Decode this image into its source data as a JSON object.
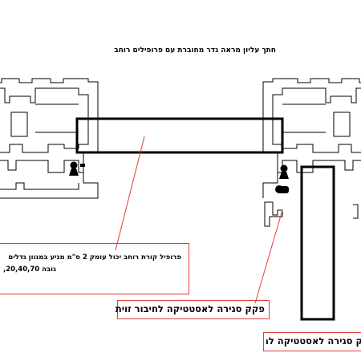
{
  "title": "חתך עליון  מראה גדר מחוברת עם פרופילים רוחב",
  "note": {
    "line1": "פרופיל קורת רוחב יכול עומק 2 ס\"מ מגיע במגוון גדלים",
    "line2": ",20,40,70 גובה"
  },
  "callouts": [
    {
      "text": "פקק סגירה לאסטטיקה לחיבור זוית"
    },
    {
      "text": "פקק סגירה לאסטטיקה לחיבור זוית"
    }
  ],
  "colors": {
    "line": "#000000",
    "callout": "#e23b3b",
    "background": "#ffffff"
  }
}
